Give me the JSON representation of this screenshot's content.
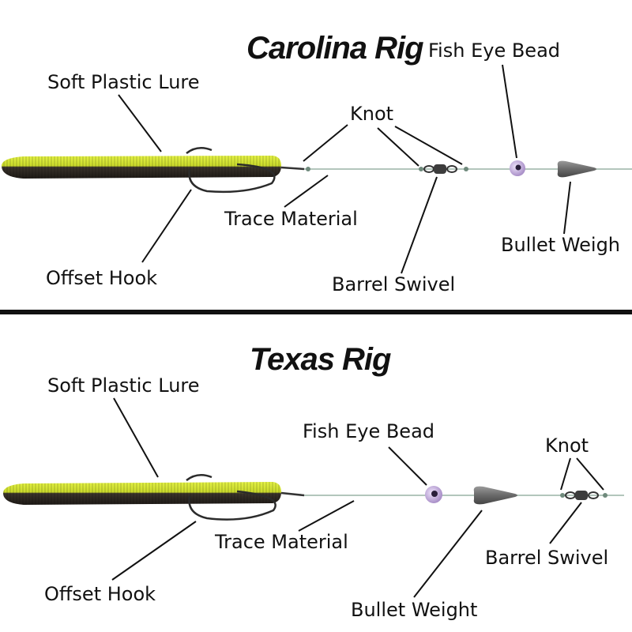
{
  "carolina": {
    "title": "Carolina Rig",
    "labels": {
      "lure": "Soft Plastic Lure",
      "bead": "Fish Eye Bead",
      "knot": "Knot",
      "trace": "Trace Material",
      "weight": "Bullet Weigh",
      "hook": "Offset Hook",
      "swivel": "Barrel Swivel"
    }
  },
  "texas": {
    "title": "Texas Rig",
    "labels": {
      "lure": "Soft Plastic Lure",
      "bead": "Fish Eye Bead",
      "knot": "Knot",
      "trace": "Trace Material",
      "swivel": "Barrel Swivel",
      "hook": "Offset Hook",
      "weight": "Bullet Weight"
    }
  },
  "colors": {
    "lure_top": "#d8e832",
    "lure_bottom": "#2a2520",
    "bead": "#c9b4e0",
    "weight": "#6c6c6c",
    "divider": "#111111",
    "line": "#9ab3a6"
  },
  "icons": [
    "lure-icon",
    "hook-icon",
    "bead-icon",
    "bullet-weight-icon",
    "barrel-swivel-icon",
    "knot-icon"
  ]
}
